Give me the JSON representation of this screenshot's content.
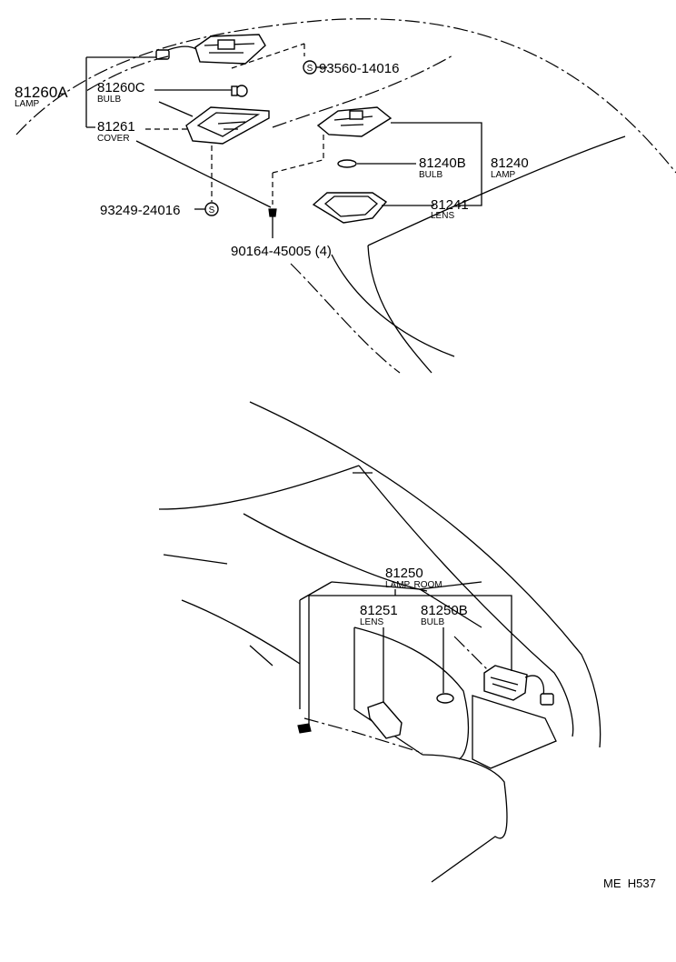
{
  "parts": {
    "p81260A": {
      "number": "81260A",
      "desc": "LAMP"
    },
    "p81260C": {
      "number": "81260C",
      "desc": "BULB"
    },
    "p81261": {
      "number": "81261",
      "desc": "COVER"
    },
    "p93560": {
      "number": "93560-14016",
      "symbol": "S"
    },
    "p93249": {
      "number": "93249-24016",
      "symbol": "S"
    },
    "p90164": {
      "number": "90164-45005 (4)"
    },
    "p81240B": {
      "number": "81240B",
      "desc": "BULB"
    },
    "p81240": {
      "number": "81240",
      "desc": "LAMP"
    },
    "p81241": {
      "number": "81241",
      "desc": "LENS"
    },
    "p81250": {
      "number": "81250",
      "desc": "LAMP, ROOM"
    },
    "p81251": {
      "number": "81251",
      "desc": "LENS"
    },
    "p81250B": {
      "number": "81250B",
      "desc": "BULB"
    }
  },
  "reference_code": "ME  H537"
}
